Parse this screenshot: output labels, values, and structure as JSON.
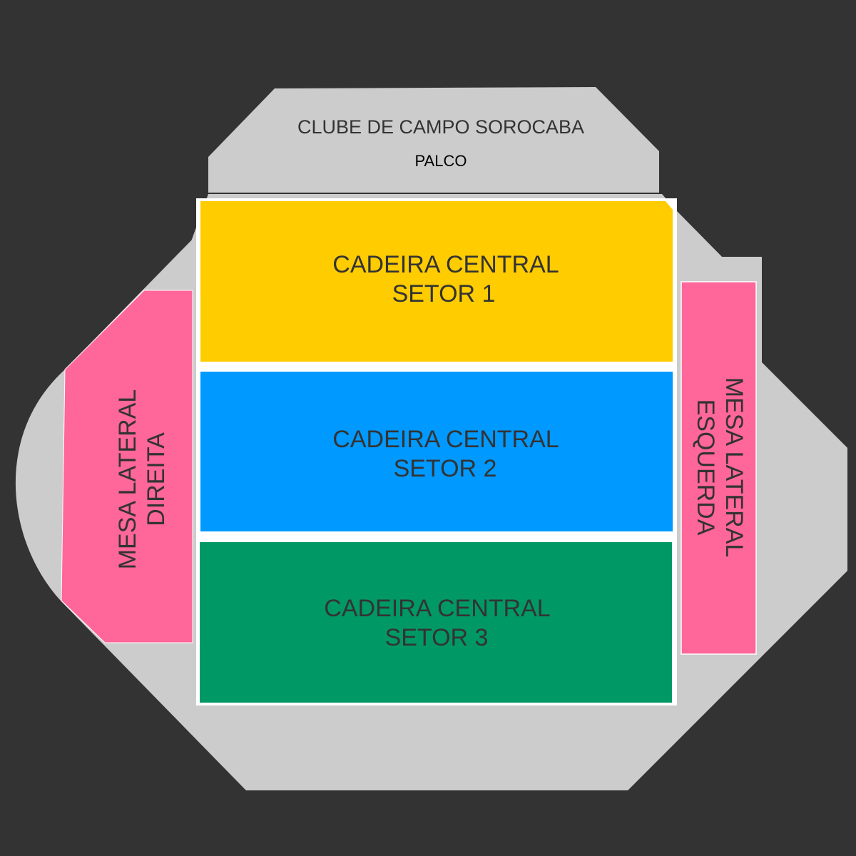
{
  "venue": {
    "name": "CLUBE DE CAMPO SOROCABA",
    "stage": "PALCO"
  },
  "sections": {
    "setor1": {
      "line1": "CADEIRA CENTRAL",
      "line2": "SETOR 1",
      "color": "#FFCC00"
    },
    "setor2": {
      "line1": "CADEIRA CENTRAL",
      "line2": "SETOR 2",
      "color": "#0099FF"
    },
    "setor3": {
      "line1": "CADEIRA CENTRAL",
      "line2": "SETOR 3",
      "color": "#009966"
    },
    "mesa_direita": {
      "line1": "MESA LATERAL",
      "line2": "DIREITA",
      "color": "#FF6699"
    },
    "mesa_esquerda": {
      "line1": "MESA LATERAL",
      "line2": "ESQUERDA",
      "color": "#FF6699"
    }
  },
  "colors": {
    "background": "#333333",
    "venue_floor": "#CCCCCC",
    "text": "#333333"
  }
}
